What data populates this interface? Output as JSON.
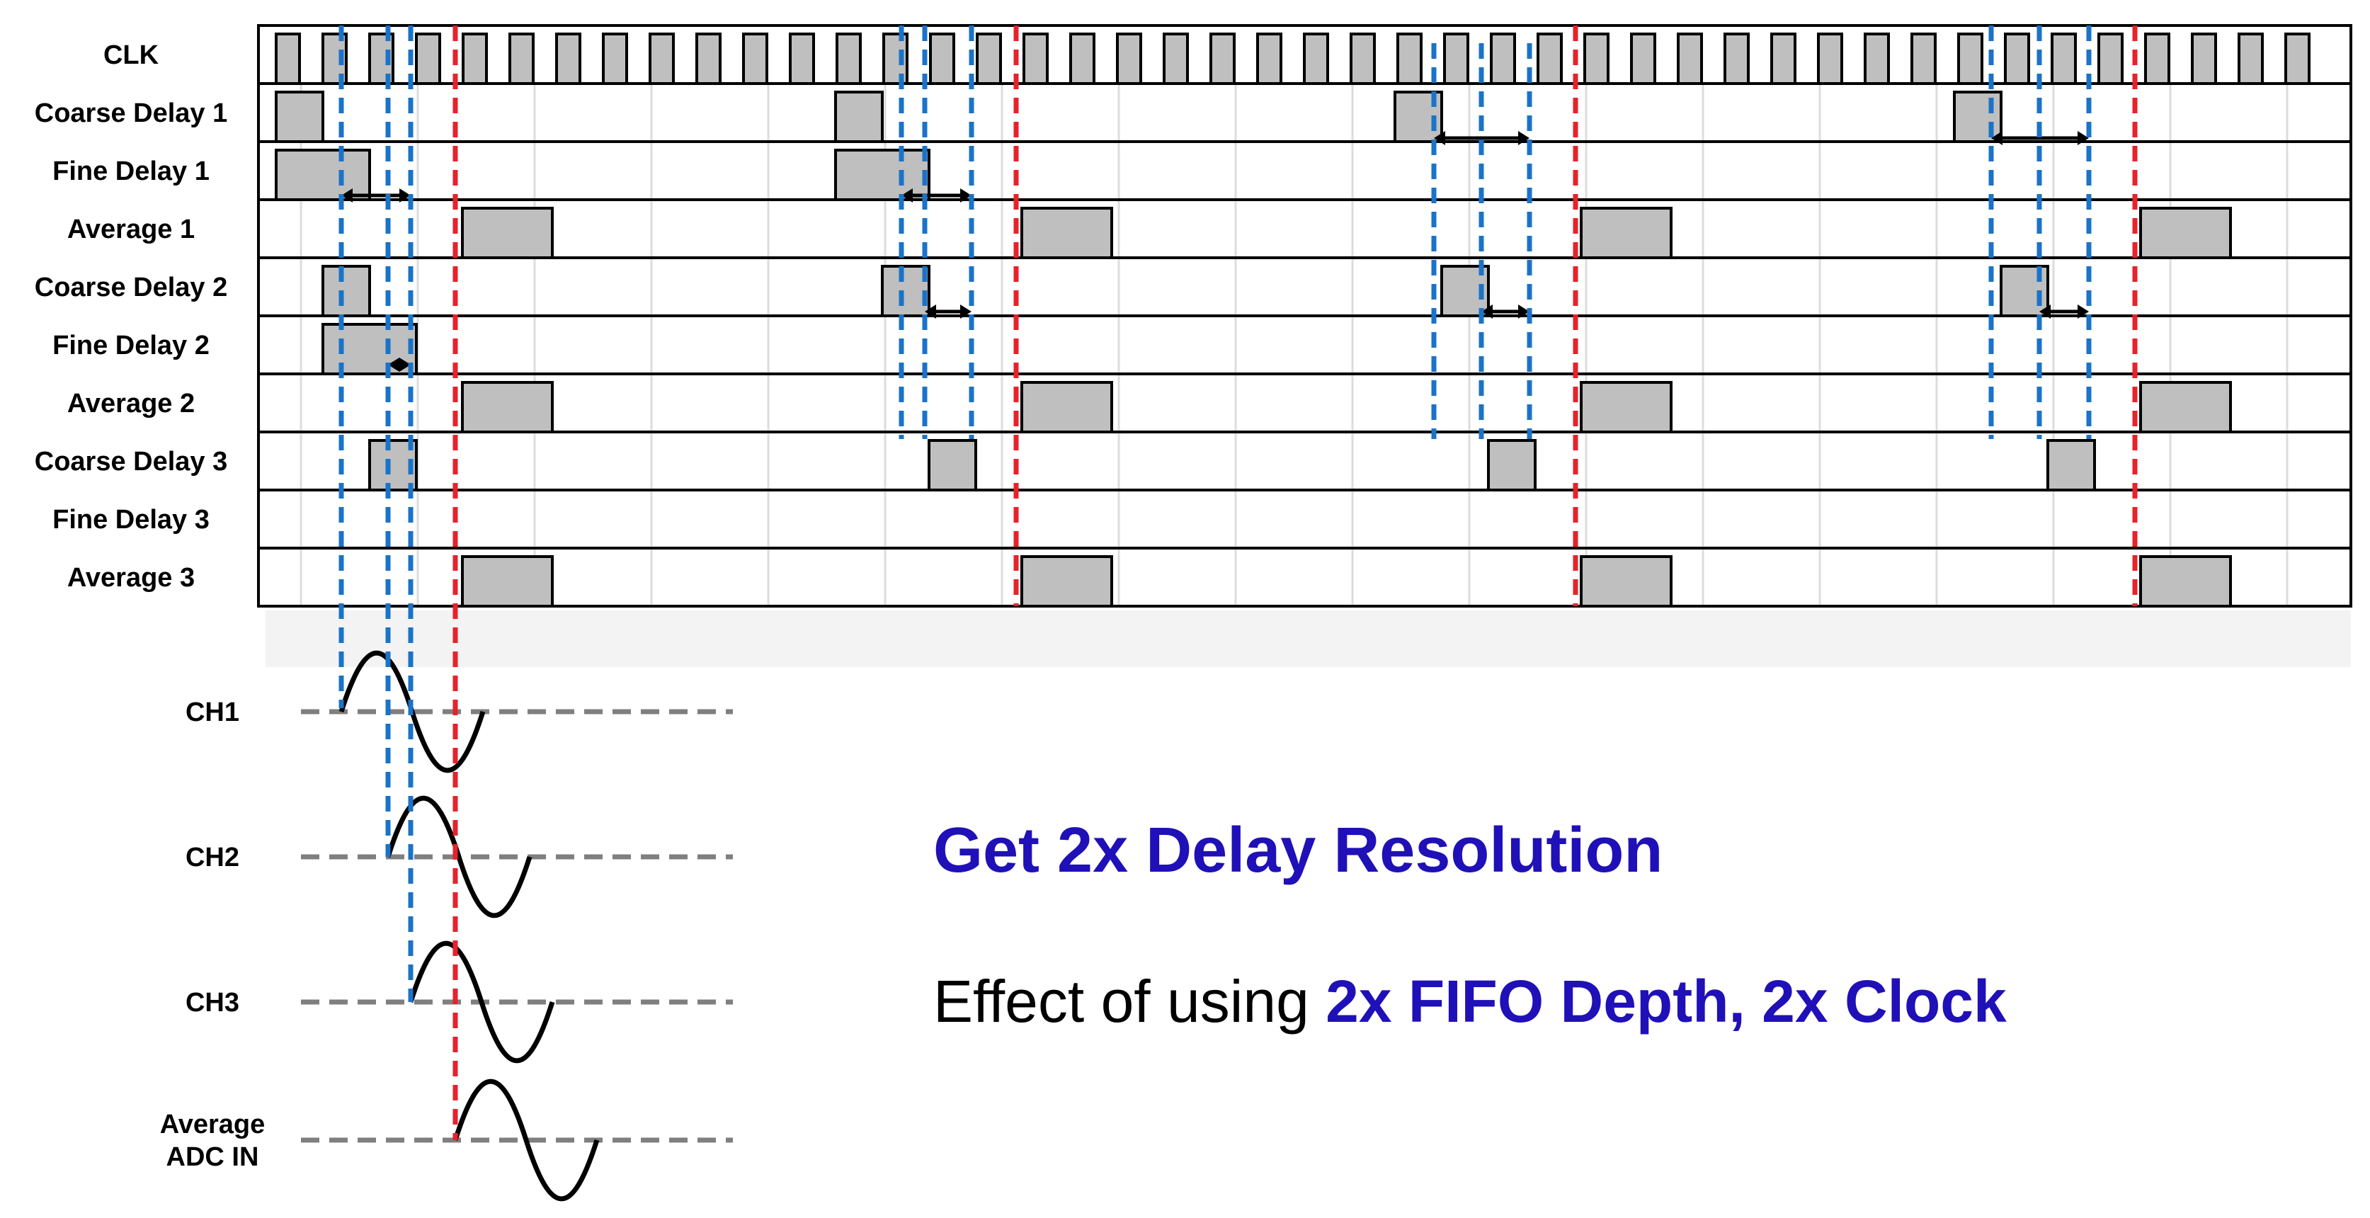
{
  "colors": {
    "blue_text": "#1f10b8",
    "red_marker": "#e8212a",
    "blue_marker": "#1a73c8",
    "pulse_fill": "#bfbfbf",
    "baseline_dash": "#7f7f7f"
  },
  "timing": {
    "rows": [
      {
        "label": "CLK",
        "kind": "clock"
      },
      {
        "label": "Coarse Delay 1",
        "kind": "coarse"
      },
      {
        "label": "Fine Delay 1",
        "kind": "fine"
      },
      {
        "label": "Average 1",
        "kind": "average"
      },
      {
        "label": "Coarse Delay 2",
        "kind": "coarse"
      },
      {
        "label": "Fine Delay 2",
        "kind": "fine"
      },
      {
        "label": "Average 2",
        "kind": "average"
      },
      {
        "label": "Coarse Delay 3",
        "kind": "coarse"
      },
      {
        "label": "Fine Delay 3",
        "kind": "fine"
      },
      {
        "label": "Average 3",
        "kind": "average"
      }
    ]
  },
  "waves": {
    "channels": [
      {
        "label": "CH1",
        "lines": [
          "CH1"
        ]
      },
      {
        "label": "CH2",
        "lines": [
          "CH2"
        ]
      },
      {
        "label": "CH3",
        "lines": [
          "CH3"
        ]
      },
      {
        "label": "Average ADC IN",
        "lines": [
          "Average",
          "ADC IN"
        ]
      }
    ]
  },
  "captions": {
    "headline": "Get 2x Delay Resolution",
    "effect_plain": "Effect of using ",
    "effect_highlight": "2x FIFO Depth, 2x Clock"
  }
}
